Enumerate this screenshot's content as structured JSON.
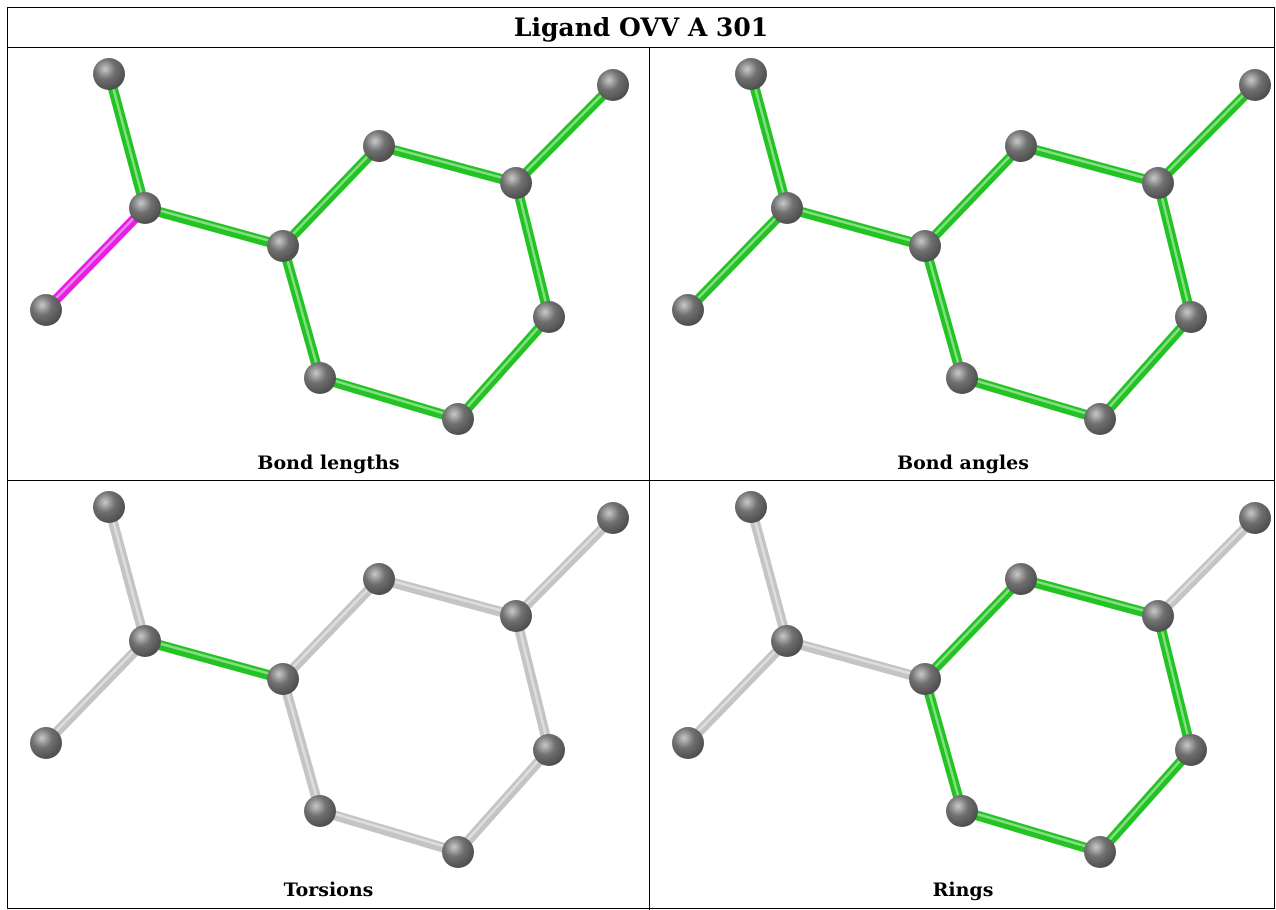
{
  "title": "Ligand OVV A 301",
  "colors": {
    "ok_bond": "#22c322",
    "outlier_bond": "#e61ee6",
    "neutral_bond": "#c4c4c4",
    "atom": "#707070"
  },
  "panels": [
    {
      "caption": "Bond lengths",
      "bond_status": [
        "ok",
        "ok",
        "outlier",
        "ok",
        "ok",
        "ok",
        "ok",
        "ok",
        "ok",
        "ok",
        "ok"
      ]
    },
    {
      "caption": "Bond angles",
      "bond_status": [
        "ok",
        "ok",
        "ok",
        "ok",
        "ok",
        "ok",
        "ok",
        "ok",
        "ok",
        "ok",
        "ok"
      ]
    },
    {
      "caption": "Torsions",
      "bond_status": [
        "neutral",
        "ok",
        "neutral",
        "neutral",
        "neutral",
        "neutral",
        "neutral",
        "neutral",
        "neutral",
        "neutral",
        "neutral"
      ]
    },
    {
      "caption": "Rings",
      "bond_status": [
        "neutral",
        "neutral",
        "neutral",
        "ok",
        "ok",
        "ok",
        "ok",
        "ok",
        "ok",
        "neutral",
        "neutral"
      ]
    }
  ]
}
